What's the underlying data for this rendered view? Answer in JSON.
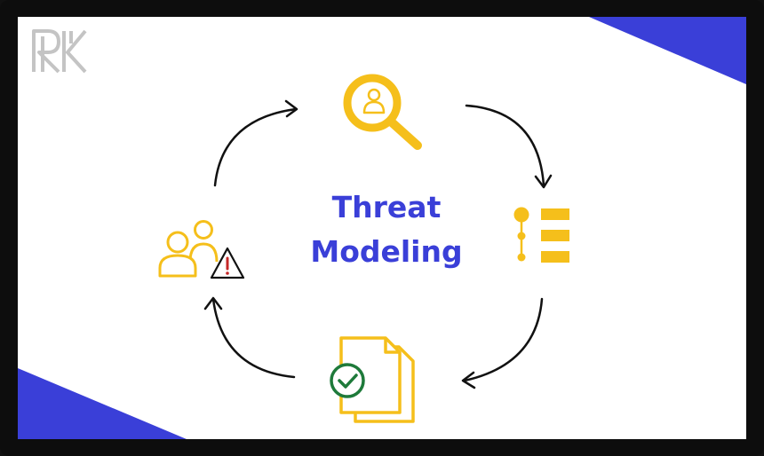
{
  "title": {
    "line1": "Threat",
    "line2": "Modeling"
  },
  "logo": {
    "text": "RK"
  },
  "colors": {
    "frame": "#0d0d0d",
    "background": "#ffffff",
    "accent_blue": "#3a3fd8",
    "icon_yellow": "#f5bf1b",
    "check_green": "#1e7a3a",
    "warning_red": "#c62828",
    "logo_gray": "#bfbfbf",
    "arrow": "#111111"
  },
  "icons": [
    "magnifier-user-icon",
    "list-bullets-icon",
    "documents-check-icon",
    "users-warning-icon"
  ]
}
